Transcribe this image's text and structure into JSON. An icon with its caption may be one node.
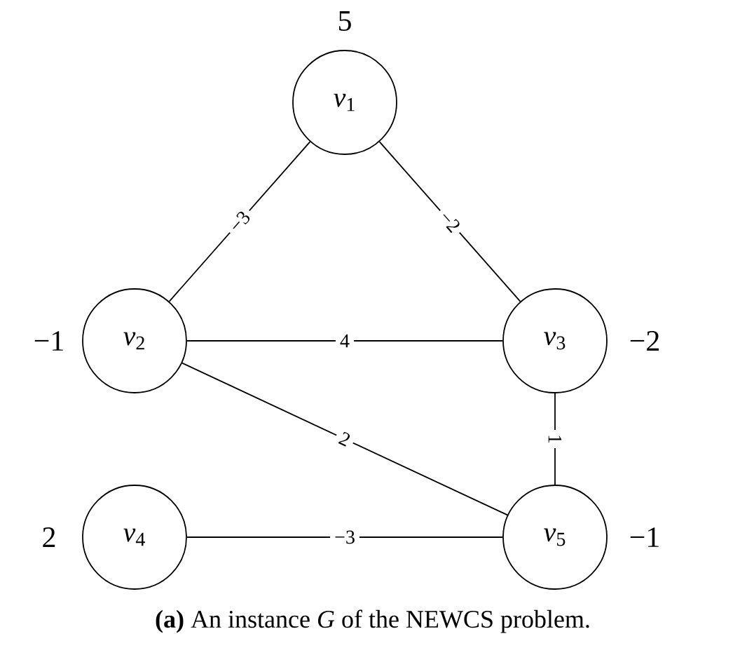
{
  "diagram": {
    "caption": "**(a)** An instance *G* of the NEWCS problem.",
    "nodes": [
      {
        "text": [
          "*v*$_{1}$"
        ],
        "beside": [
          "5"
        ]
      },
      {
        "text": [
          "*v*$_{2}$"
        ],
        "beside": [
          "−1"
        ]
      },
      {
        "text": [
          "*v*$_{3}$"
        ],
        "beside": [
          "−2"
        ]
      },
      {
        "text": [
          "*v*$_{4}$"
        ],
        "beside": [
          "2"
        ]
      },
      {
        "text": [
          "*v*$_{5}$"
        ],
        "beside": [
          "−1"
        ]
      }
    ],
    "edges": [
      {
        "from": 0,
        "to": 1,
        "arrow": "none",
        "label": "−3"
      },
      {
        "from": 0,
        "to": 2,
        "arrow": "none",
        "label": "−2"
      },
      {
        "from": 1,
        "to": 2,
        "arrow": "none",
        "label": "4"
      },
      {
        "from": 1,
        "to": 4,
        "arrow": "none",
        "label": "2"
      },
      {
        "from": 2,
        "to": 4,
        "arrow": "none",
        "label": "1"
      },
      {
        "from": 3,
        "to": 4,
        "arrow": "none",
        "label": "−3"
      }
    ]
  }
}
